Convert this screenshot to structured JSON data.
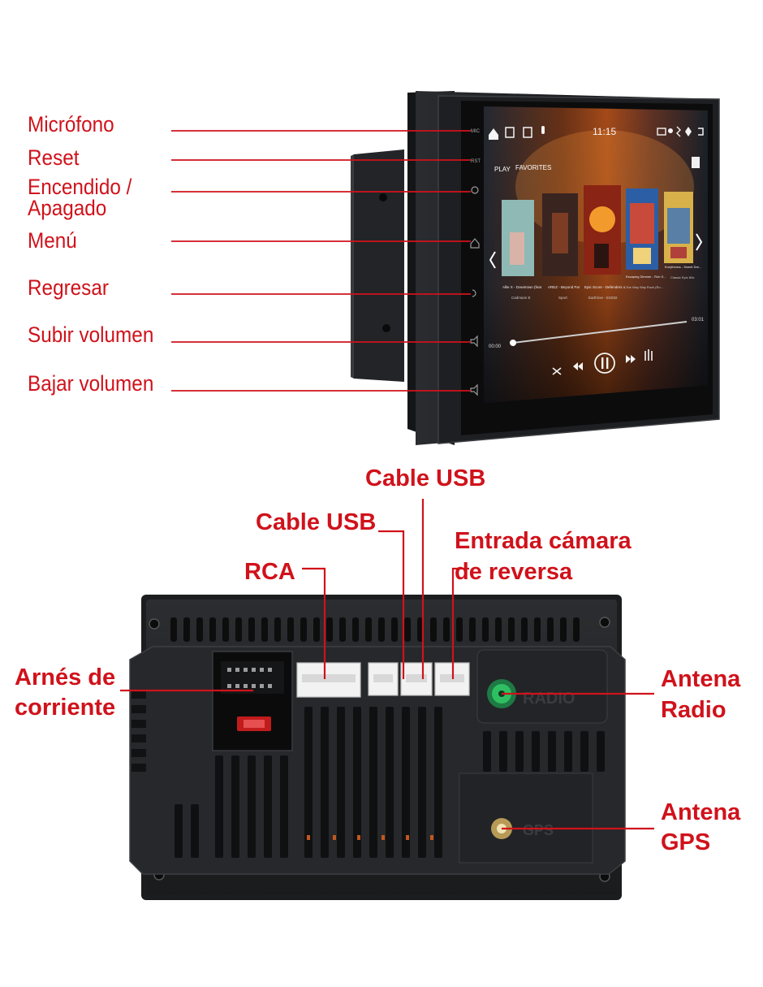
{
  "front_labels": [
    "Micrófono",
    "Reset",
    "Encendido /",
    "Apagado",
    "Menú",
    "Regresar",
    "Subir volumen",
    "Bajar volumen"
  ],
  "back_labels": {
    "cable_usb_top": "Cable USB",
    "cable_usb": "Cable USB",
    "camera": [
      "Entrada cámara",
      "de reversa"
    ],
    "rca": "RCA",
    "power_harness": [
      "Arnés de",
      "corriente"
    ],
    "radio_antenna": [
      "Antena",
      "Radio"
    ],
    "gps_antenna": [
      "Antena",
      "GPS"
    ]
  },
  "screen": {
    "time": "11:15",
    "tabs": [
      "PLAY",
      "FAVORITES"
    ],
    "elapsed": "00:00",
    "duration": "03:01",
    "albums": [
      {
        "title": "Allie X - Downtown (feat",
        "subtitle": "Cadmium E"
      },
      {
        "title": "AREZ - Beyond Far",
        "subtitle": "Sport"
      },
      {
        "title": "Epic Score - Defenders o...",
        "subtitle": "Earthrise - ES032"
      },
      {
        "title": "Escaping Dimmer - Rob S...",
        "subtitle": "The Way Way Rock (Ro..."
      },
      {
        "title": "Eurythmics - Sweet Dre...",
        "subtitle": "Classic Epic 80s"
      }
    ]
  },
  "bezel_marks": {
    "mic": "MIC",
    "reset": "RST"
  },
  "back_marks": {
    "radio": "RADIO",
    "gps": "GPS"
  },
  "colors": {
    "label_red": "#d0121b",
    "device_black": "#1d1f21",
    "connector_white": "#f2f2f2",
    "radio_green": "#22c55e"
  }
}
